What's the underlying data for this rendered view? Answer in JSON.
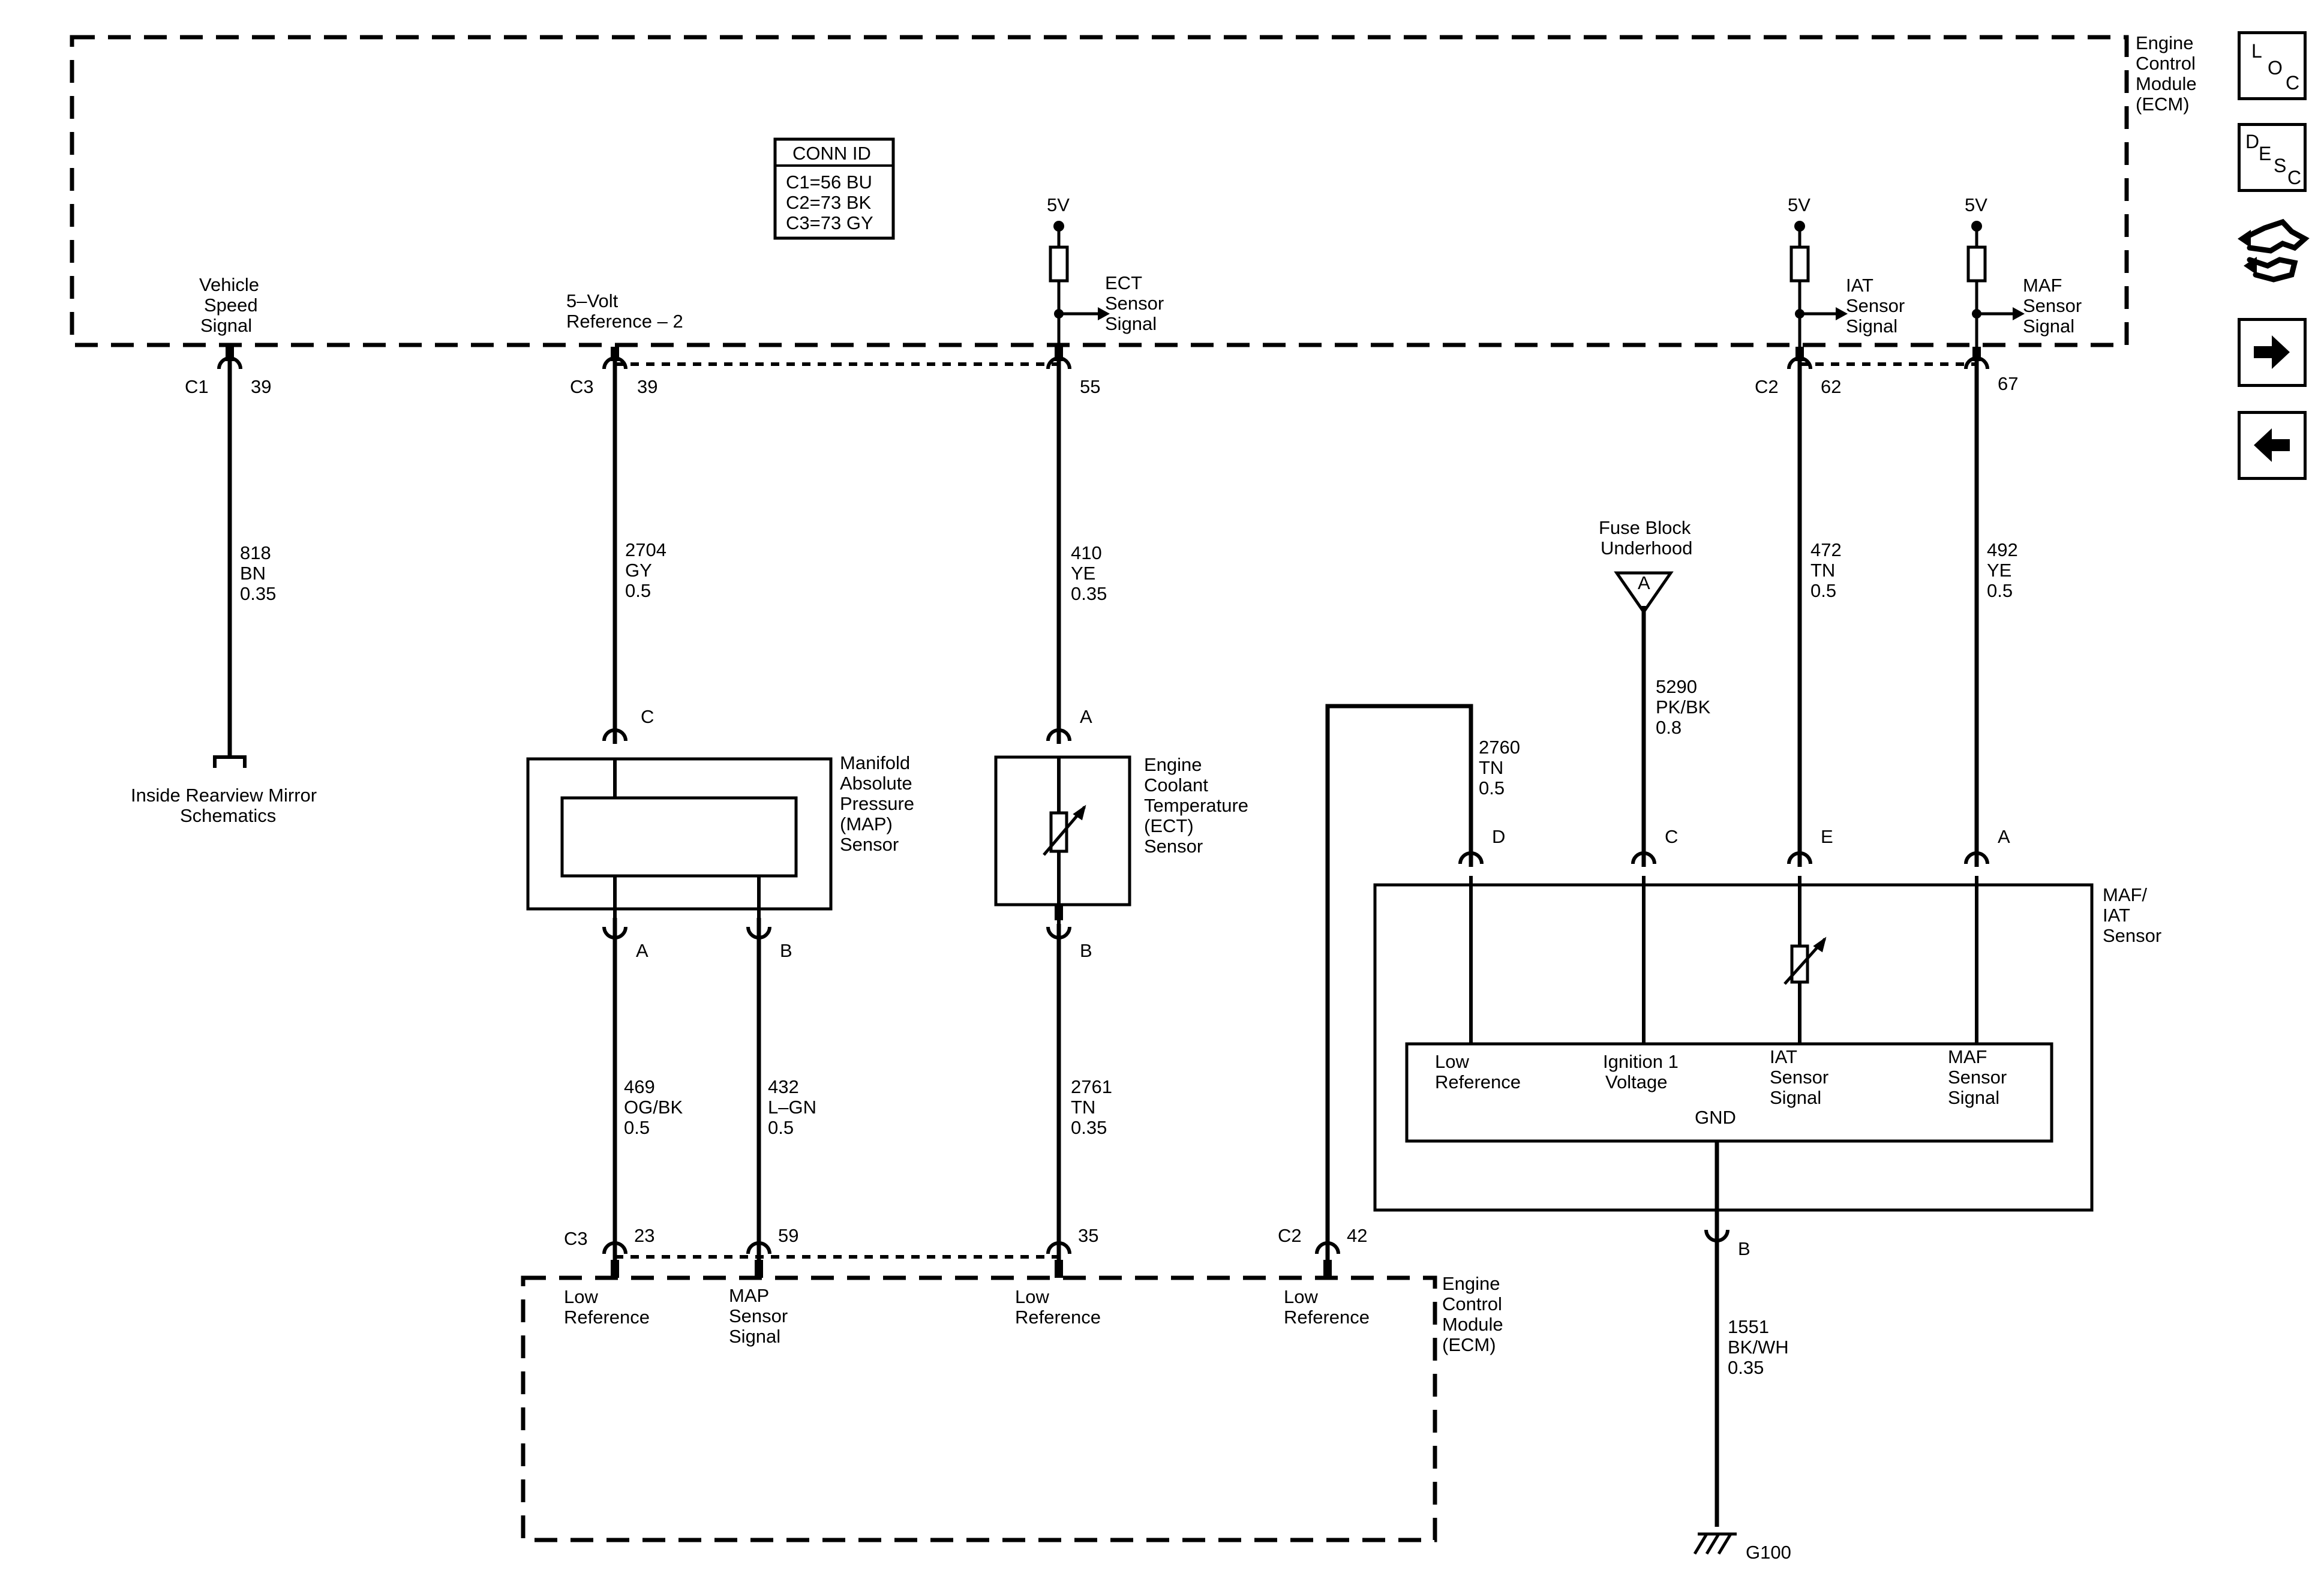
{
  "ecm_top": {
    "lines": [
      "Engine",
      "Control",
      "Module",
      "(ECM)"
    ]
  },
  "ecm_bottom": {
    "lines": [
      "Engine",
      "Control",
      "Module",
      "(ECM)"
    ]
  },
  "conn_id": {
    "title": "CONN ID",
    "rows": [
      "C1=56 BU",
      "C2=73 BK",
      "C3=73 GY"
    ]
  },
  "volt_label": "5V",
  "top_pins": {
    "vss": {
      "label": [
        "Vehicle",
        "Speed",
        "Signal"
      ],
      "conn": "C1",
      "pin": "39",
      "wire": [
        "818",
        "BN",
        "0.35"
      ]
    },
    "ref5v": {
      "label": [
        "5–Volt",
        "Reference – 2"
      ],
      "conn": "C3",
      "pin": "39",
      "wire": [
        "2704",
        "GY",
        "0.5"
      ]
    },
    "ect": {
      "label": [
        "ECT",
        "Sensor",
        "Signal"
      ],
      "pin": "55",
      "wire": [
        "410",
        "YE",
        "0.35"
      ]
    },
    "iat": {
      "label": [
        "IAT",
        "Sensor",
        "Signal"
      ],
      "conn": "C2",
      "pin": "62",
      "wire": [
        "472",
        "TN",
        "0.5"
      ]
    },
    "maf": {
      "label": [
        "MAF",
        "Sensor",
        "Signal"
      ],
      "pin": "67",
      "wire": [
        "492",
        "YE",
        "0.5"
      ]
    }
  },
  "mirror": [
    "Inside Rearview Mirror",
    "Schematics"
  ],
  "map_sensor": {
    "label": [
      "Manifold",
      "Absolute",
      "Pressure",
      "(MAP)",
      "Sensor"
    ],
    "pin_c": "C",
    "pin_a": "A",
    "pin_b": "B",
    "wire_a": [
      "469",
      "OG/BK",
      "0.5"
    ],
    "wire_b": [
      "432",
      "L–GN",
      "0.5"
    ]
  },
  "ect_sensor": {
    "label": [
      "Engine",
      "Coolant",
      "Temperature",
      "(ECT)",
      "Sensor"
    ],
    "pin_a": "A",
    "pin_b": "B",
    "wire_b": [
      "2761",
      "TN",
      "0.35"
    ]
  },
  "fuse": {
    "label": [
      "Fuse Block",
      "Underhood"
    ],
    "pin": "A",
    "wire": [
      "5290",
      "PK/BK",
      "0.8"
    ]
  },
  "maf_sensor": {
    "label": [
      "MAF/",
      "IAT",
      "Sensor"
    ],
    "pins": [
      "D",
      "C",
      "E",
      "A",
      "B"
    ],
    "inner": {
      "low_ref": [
        "Low",
        "Reference"
      ],
      "ign": [
        "Ignition 1",
        "Voltage"
      ],
      "iat": [
        "IAT",
        "Sensor",
        "Signal"
      ],
      "maf": [
        "MAF",
        "Sensor",
        "Signal"
      ],
      "gnd": "GND"
    },
    "wire_d": [
      "2760",
      "TN",
      "0.5"
    ],
    "wire_gnd": [
      "1551",
      "BK/WH",
      "0.35"
    ]
  },
  "ground": "G100",
  "bottom_pins": {
    "c3": "C3",
    "p23": "23",
    "p59": "59",
    "p35": "35",
    "c2": "C2",
    "p42": "42",
    "low_ref_1": [
      "Low",
      "Reference"
    ],
    "map_sig": [
      "MAP",
      "Sensor",
      "Signal"
    ],
    "low_ref_2": [
      "Low",
      "Reference"
    ],
    "low_ref_3": [
      "Low",
      "Reference"
    ]
  },
  "side_nav": {
    "loc": [
      "L",
      "O",
      "C"
    ],
    "desc": [
      "D",
      "E",
      "S",
      "C"
    ],
    "icons": [
      "connector-link-icon",
      "next-arrow-icon",
      "previous-arrow-icon"
    ]
  }
}
